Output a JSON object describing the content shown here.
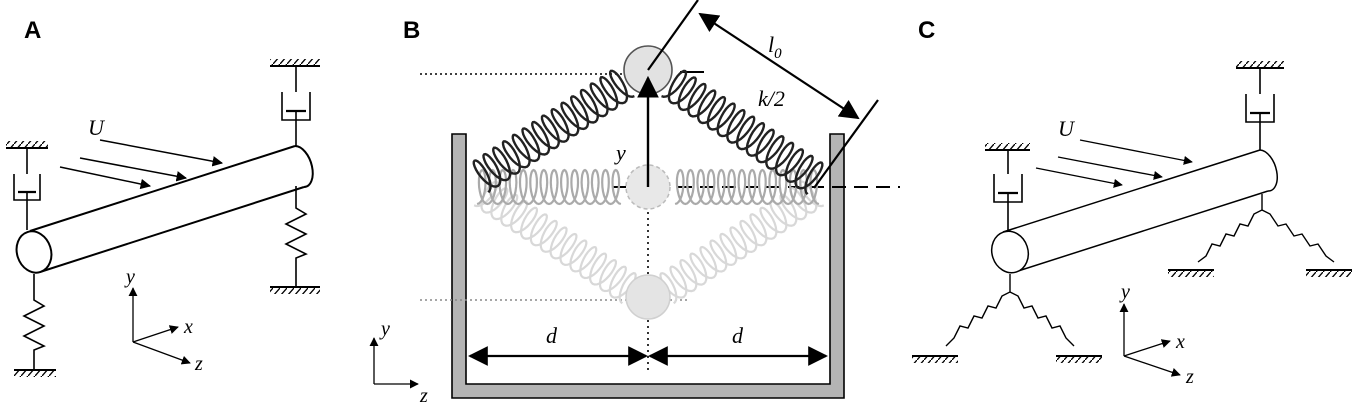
{
  "panels": {
    "a": {
      "label": "A",
      "flow": "U",
      "axis_y": "y",
      "axis_x": "x",
      "axis_z": "z"
    },
    "b": {
      "label": "B",
      "rest_length": "l0",
      "rest_length_sub": "0",
      "rest_length_base": "l",
      "stiffness": "k/2",
      "displacement": "y",
      "half_width": "d",
      "axis_y": "y",
      "axis_z": "z"
    },
    "c": {
      "label": "C",
      "flow": "U",
      "axis_y": "y",
      "axis_x": "x",
      "axis_z": "z"
    }
  }
}
